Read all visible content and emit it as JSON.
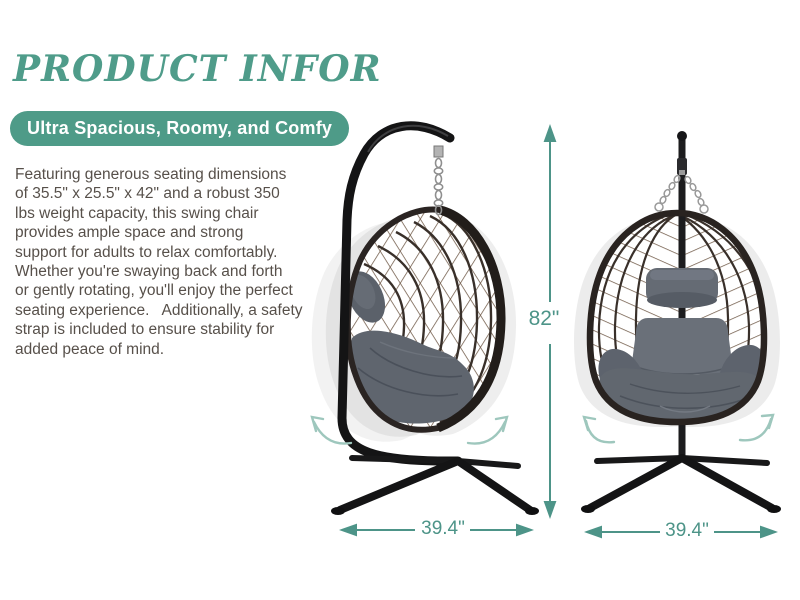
{
  "header": {
    "title": "PRODUCT INFOR",
    "badge": "Ultra Spacious, Roomy, and Comfy"
  },
  "description": {
    "text": "Featuring generous seating dimensions\nof 35.5\" x 25.5\" x 42\" and a robust 350\nlbs weight capacity, this swing chair\nprovides ample space and strong\nsupport for adults to relax comfortably.\nWhether you're swaying back and forth\nor gently rotating, you'll enjoy the perfect\nseating experience.   Additionally, a safety\nstrap is included to ensure stability for\nadded peace of mind."
  },
  "dimensions": {
    "height": "82\"",
    "width_left": "39.4\"",
    "width_right": "39.4\""
  },
  "illustrations": {
    "left": "hanging-egg-swing-chair-side-view-with-stand",
    "right": "hanging-egg-swing-chair-front-view-with-stand"
  },
  "colors": {
    "accent_teal": "#4f9c8a",
    "badge_teal": "#4e9b88",
    "dimension_teal": "#4d9488",
    "swing_arrow_teal": "#9ec7bd",
    "body_text": "#57504a",
    "frame_black": "#1c1c1e",
    "wicker_brown": "#6f5947",
    "cushion_gray": "#61676f"
  }
}
